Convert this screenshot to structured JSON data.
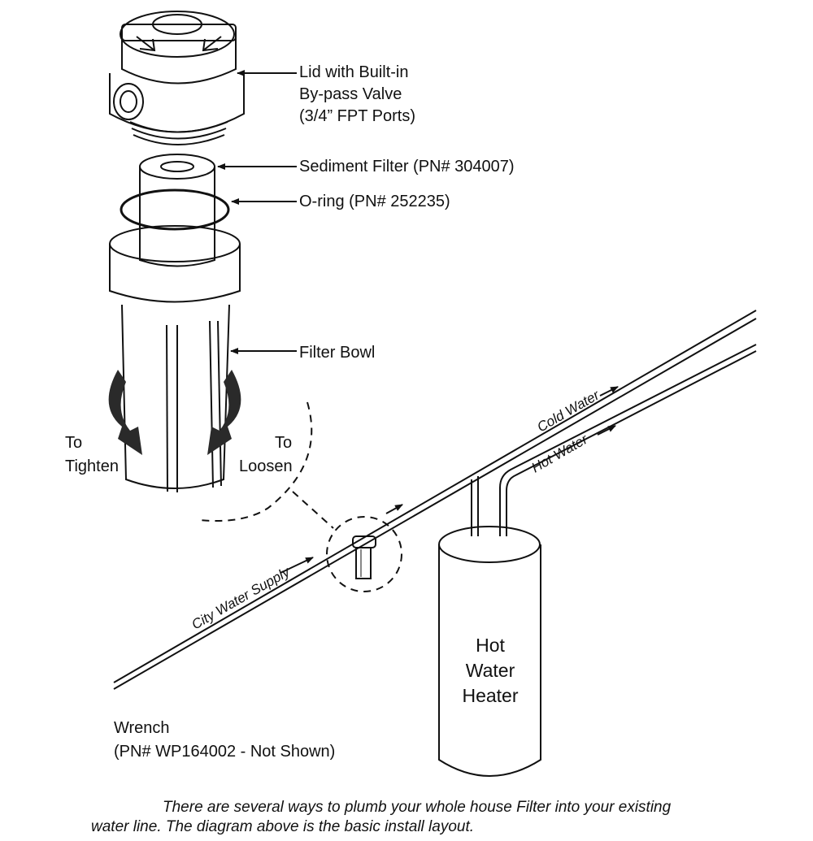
{
  "labels": {
    "lid_line1": "Lid with Built-in",
    "lid_line2": "By-pass Valve",
    "lid_line3": "(3/4” FPT Ports)",
    "sediment_filter": "Sediment Filter (PN# 304007)",
    "o_ring": "O-ring  (PN# 252235)",
    "filter_bowl": "Filter Bowl",
    "to_tighten_line1": "To",
    "to_tighten_line2": "Tighten",
    "to_loosen_line1": "To",
    "to_loosen_line2": "Loosen",
    "wrench_line1": "Wrench",
    "wrench_line2": "(PN# WP164002 - Not Shown)"
  },
  "pipes": {
    "cold_water": "Cold Water",
    "hot_water": "Hot Water",
    "city_water_supply": "City Water Supply"
  },
  "heater": {
    "line1": "Hot",
    "line2": "Water",
    "line3": "Heater"
  },
  "caption": {
    "line1": "There are several ways to plumb your whole house Filter into your existing",
    "line2": "water line. The diagram above is the basic install layout."
  }
}
